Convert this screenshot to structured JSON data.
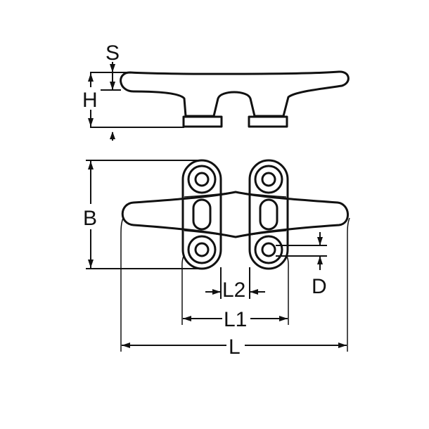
{
  "labels": {
    "s": "S",
    "h": "H",
    "b": "B",
    "d": "D",
    "l2": "L2",
    "l1": "L1",
    "l": "L"
  },
  "colors": {
    "ink": "#111111",
    "background": "#ffffff"
  }
}
